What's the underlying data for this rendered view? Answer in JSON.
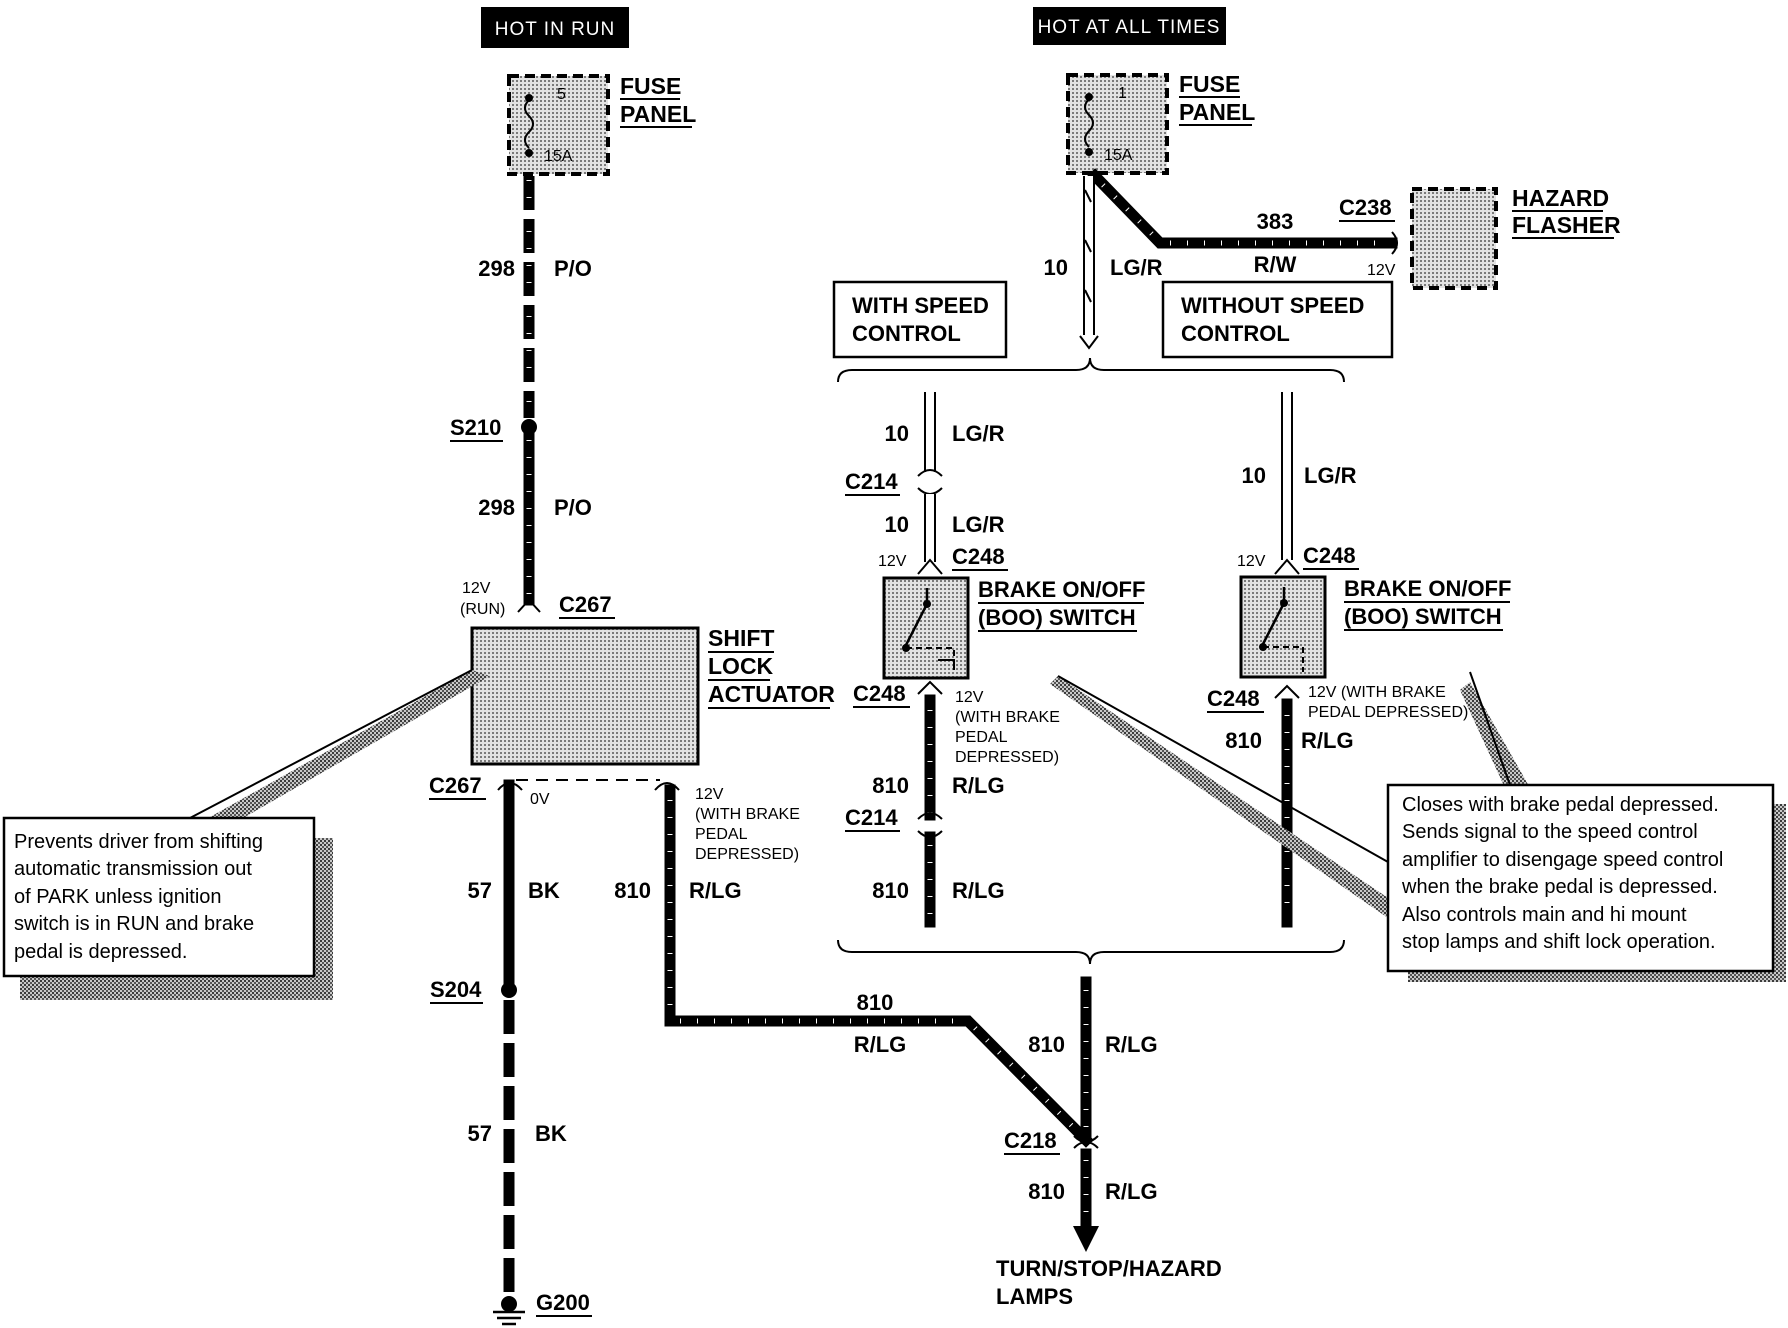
{
  "headers": {
    "left": "HOT IN RUN",
    "right": "HOT AT ALL TIMES"
  },
  "fuse_left": {
    "label1": "FUSE",
    "label2": "PANEL",
    "num": "5",
    "amps": "15A"
  },
  "fuse_right": {
    "label1": "FUSE",
    "label2": "PANEL",
    "num": "1",
    "amps": "15A"
  },
  "hazard": {
    "label1": "HAZARD",
    "label2": "FLASHER",
    "connector": "C238",
    "circuit": "383",
    "color": "R/W",
    "voltage": "12V"
  },
  "left_circuit": {
    "circuit_a": "298",
    "color_a": "P/O",
    "splice": "S210",
    "circuit_b": "298",
    "color_b": "P/O",
    "voltage": "12V",
    "voltage_note": "(RUN)",
    "connector_top": "C267"
  },
  "shift_lock": {
    "label1": "SHIFT",
    "label2": "LOCK",
    "label3": "ACTUATOR"
  },
  "shift_lower": {
    "connector": "C267",
    "zero_volt": "0V",
    "v1": "12V",
    "v2": "(WITH BRAKE",
    "v3": "PEDAL",
    "v4": "DEPRESSED)"
  },
  "ground_circuit": {
    "circuit_a": "57",
    "color_a": "BK",
    "splice": "S204",
    "circuit_b": "57",
    "color_b": "BK",
    "ground": "G200"
  },
  "shift_output": {
    "circuit": "810",
    "color": "R/LG"
  },
  "note_left": {
    "line1": "Prevents driver from shifting",
    "line2": "automatic transmission out",
    "line3": "of PARK unless ignition",
    "line4": "switch is in RUN and brake",
    "line5": "pedal is depressed."
  },
  "right_feed": {
    "circuit": "10",
    "color": "LG/R"
  },
  "options": {
    "with1": "WITH SPEED",
    "with2": "CONTROL",
    "without1": "WITHOUT SPEED",
    "without2": "CONTROL"
  },
  "with_speed": {
    "circuit_a": "10",
    "color_a": "LG/R",
    "connector_a": "C214",
    "circuit_b": "10",
    "color_b": "LG/R",
    "voltage_in": "12V",
    "connector_in": "C248",
    "switch1": "BRAKE ON/OFF",
    "switch2": "(BOO) SWITCH",
    "connector_out": "C248",
    "vo1": "12V",
    "vo2": "(WITH BRAKE",
    "vo3": "PEDAL",
    "vo4": "DEPRESSED)",
    "circuit_c": "810",
    "color_c": "R/LG",
    "connector_c": "C214",
    "circuit_d": "810",
    "color_d": "R/LG"
  },
  "without_speed": {
    "circuit_a": "10",
    "color_a": "LG/R",
    "voltage_in": "12V",
    "connector_in": "C248",
    "switch1": "BRAKE ON/OFF",
    "switch2": "(BOO) SWITCH",
    "connector_out": "C248",
    "vo1": "12V (WITH BRAKE",
    "vo2": "PEDAL DEPRESSED)",
    "circuit_c": "810",
    "color_c": "R/LG"
  },
  "note_right": {
    "line1": "Closes with brake pedal depressed.",
    "line2": "Sends signal to the speed control",
    "line3": "amplifier to disengage speed control",
    "line4": "when the brake pedal is depressed.",
    "line5": "Also controls main and hi mount",
    "line6": "stop lamps and shift lock operation."
  },
  "output": {
    "circuit_a": "810",
    "color_a": "R/LG",
    "connector": "C218",
    "circuit_b": "810",
    "color_b": "R/LG",
    "dest1": "TURN/STOP/HAZARD",
    "dest2": "LAMPS"
  }
}
